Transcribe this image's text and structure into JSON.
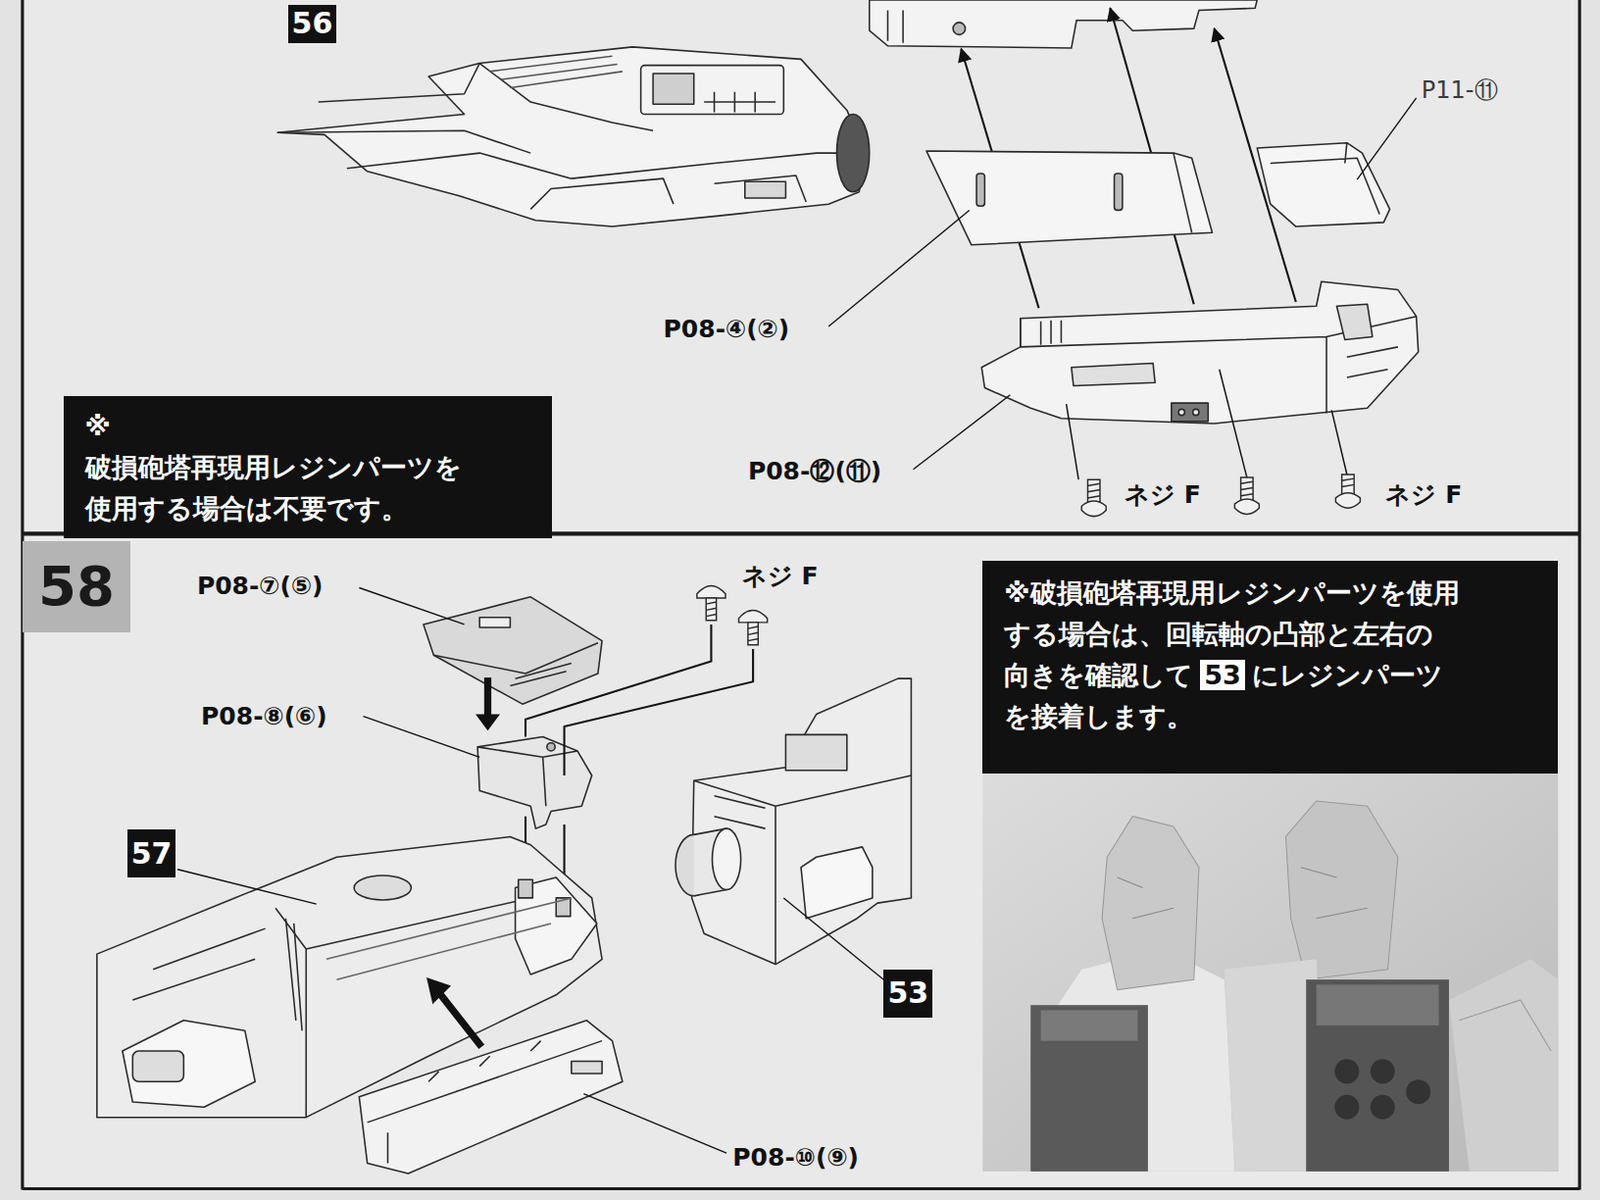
{
  "diagram": {
    "nodes": [
      {
        "text": [
          "56"
        ]
      },
      {
        "text": [
          "※破損砲塔再現用レジンパーツを 使用する場合は不要です。"
        ]
      },
      {
        "text": [
          "58"
        ]
      },
      {
        "text": [
          "57"
        ]
      },
      {
        "text": [
          "53"
        ]
      },
      {
        "text": [
          "※破損砲塔再現用レジンパーツを使用 する場合は、回転軸の凸部と左右の 向きを確認して",
          "にレジンパーツ を接着します。"
        ]
      },
      {
        "text": [
          "53"
        ],
        "in": 5
      }
    ],
    "labels": [
      "P11-⑪",
      "P08-④(②)",
      "P08-⑫(⑪)",
      "ネジ F",
      "ネジ F",
      "P08-⑦(⑤)",
      "ネジ F",
      "P08-⑧(⑥)",
      "P08-⑩(⑨)"
    ]
  }
}
